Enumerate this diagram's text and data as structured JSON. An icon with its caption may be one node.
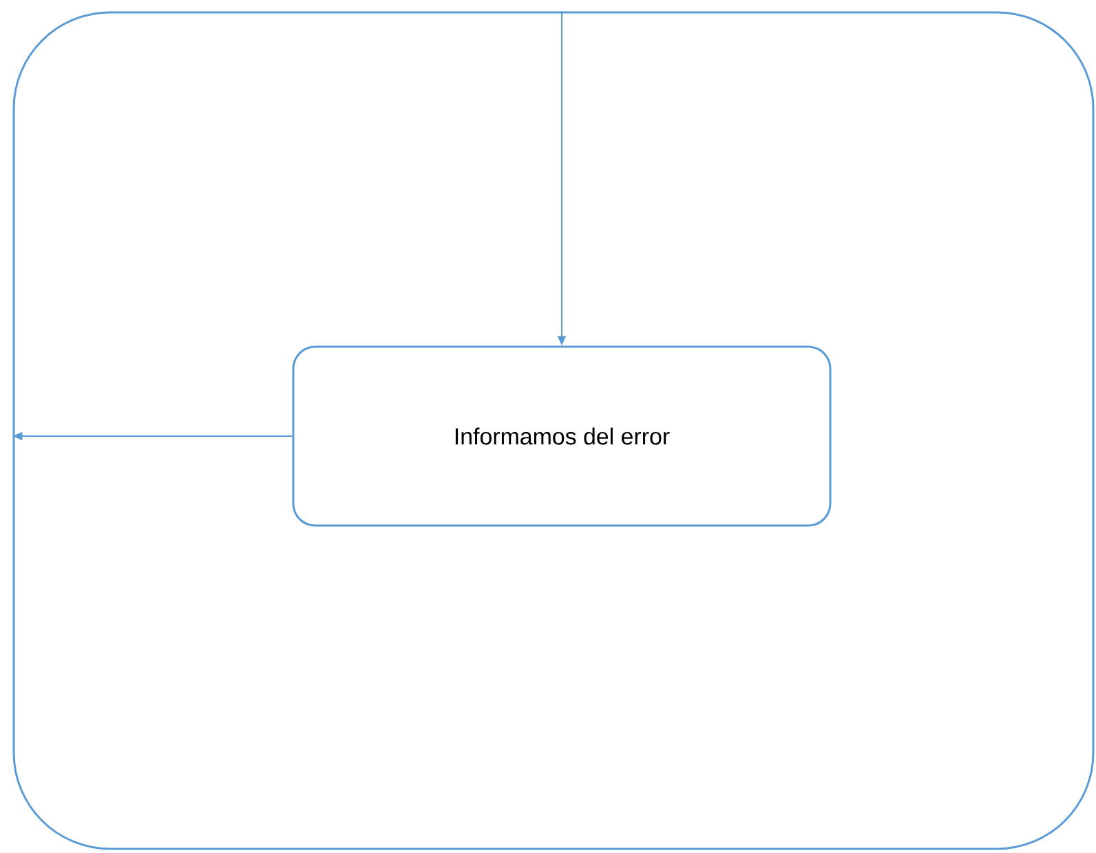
{
  "diagram": {
    "nodes": [
      {
        "text": [],
        "shape": "box"
      },
      {
        "text": [
          "Informamos del error"
        ],
        "in": 0
      }
    ],
    "edges": [
      {
        "from": 0,
        "to": 1,
        "arrow": "to"
      },
      {
        "from": 1,
        "to": 0,
        "arrow": "to"
      }
    ]
  }
}
